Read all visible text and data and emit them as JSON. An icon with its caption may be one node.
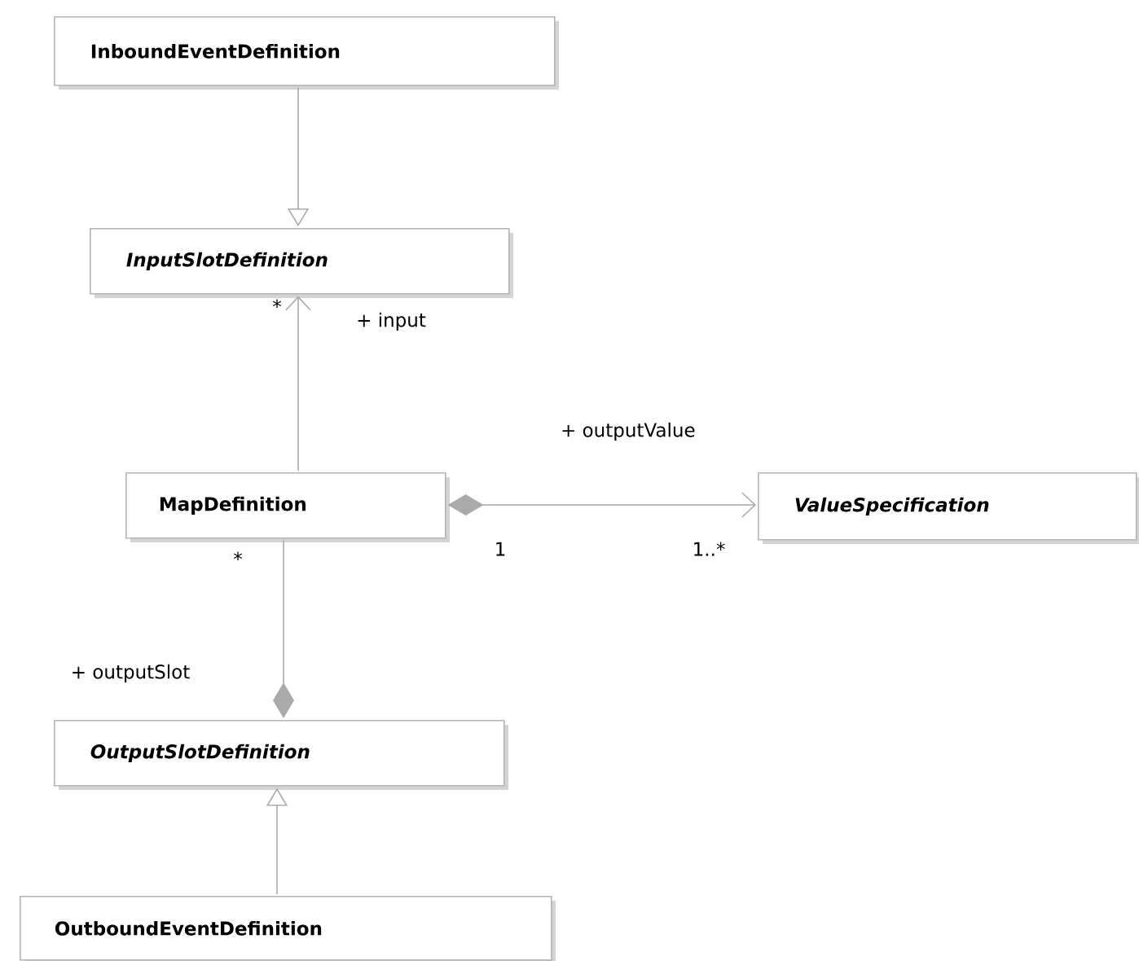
{
  "diagram": {
    "nodes": [
      {
        "text": [
          "InboundEventDefinition"
        ]
      },
      {
        "text": [
          "InputSlotDefinition"
        ]
      },
      {
        "text": [
          "MapDefinition"
        ]
      },
      {
        "text": [
          "ValueSpecification"
        ]
      },
      {
        "text": [
          "OutputSlotDefinition"
        ]
      },
      {
        "text": [
          "OutboundEventDefinition"
        ]
      }
    ],
    "edges": [
      {
        "from": 0,
        "to": 1,
        "arrow": "to"
      },
      {
        "from": 2,
        "to": 1,
        "arrow": "to",
        "label": "+ input"
      },
      {
        "from": 2,
        "to": 3,
        "arrow": "to",
        "label": "+ outputValue"
      },
      {
        "from": 2,
        "to": 4,
        "arrow": "other",
        "label": "+ outputSlot"
      },
      {
        "from": 5,
        "to": 4,
        "arrow": "to"
      }
    ],
    "labels": [
      "*",
      "1",
      "1..*",
      "*"
    ]
  }
}
